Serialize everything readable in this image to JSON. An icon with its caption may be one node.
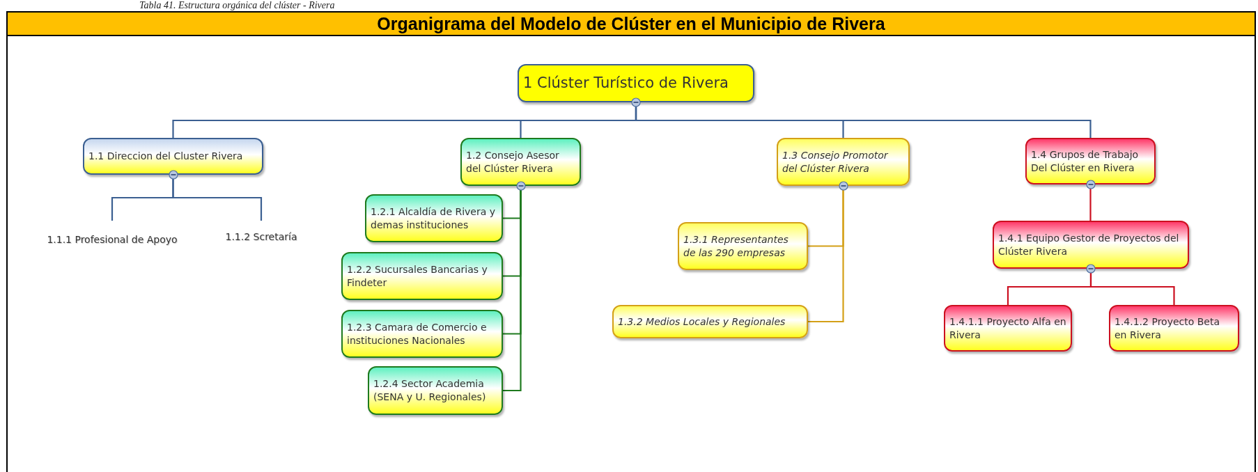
{
  "diagram": {
    "title": "Organigrama del Modelo de Clúster en el Municipio de Rivera",
    "caption": "Tabla 41. Estructura orgánica del clúster - Rivera",
    "nodes": [
      {
        "text": [
          "1 Clúster Turístico de Rivera"
        ]
      },
      {
        "text": [
          "1.1 Direccion del Cluster Rivera"
        ]
      },
      {
        "text": [
          "1.1.1 Profesional de Apoyo"
        ]
      },
      {
        "text": [
          "1.1.2 Scretaría"
        ]
      },
      {
        "text": [
          "1.2 Consejo Asesor del Clúster Rivera"
        ]
      },
      {
        "text": [
          "1.2.1 Alcaldía de Rivera y demas instituciones"
        ]
      },
      {
        "text": [
          "1.2.2 Sucursales Bancarias y Findeter"
        ]
      },
      {
        "text": [
          "1.2.3 Camara de Comercio e instituciones Nacionales"
        ]
      },
      {
        "text": [
          "1.2.4 Sector Academia (SENA y U. Regionales)"
        ]
      },
      {
        "text": [
          "1.3 Consejo Promotor del Clúster Rivera"
        ]
      },
      {
        "text": [
          "1.3.1 Representantes de las 290 empresas"
        ]
      },
      {
        "text": [
          "1.3.2 Medios Locales y Regionales"
        ]
      },
      {
        "text": [
          "1.4 Grupos de Trabajo Del Clúster en Rivera"
        ]
      },
      {
        "text": [
          "1.4.1 Equipo Gestor de Proyectos del Clúster Rivera"
        ]
      },
      {
        "text": [
          "1.4.1.1 Proyecto Alfa en Rivera"
        ]
      },
      {
        "text": [
          "1.4.1.2 Proyecto Beta en Rivera"
        ]
      }
    ],
    "edges": [
      {
        "from": 0,
        "to": 1,
        "arrow": "none"
      },
      {
        "from": 0,
        "to": 4,
        "arrow": "none"
      },
      {
        "from": 0,
        "to": 9,
        "arrow": "none"
      },
      {
        "from": 0,
        "to": 12,
        "arrow": "none"
      },
      {
        "from": 1,
        "to": 2,
        "arrow": "none"
      },
      {
        "from": 1,
        "to": 3,
        "arrow": "none"
      },
      {
        "from": 4,
        "to": 5,
        "arrow": "none",
        "color": "#1e7a1e"
      },
      {
        "from": 4,
        "to": 6,
        "arrow": "none",
        "color": "#1e7a1e"
      },
      {
        "from": 4,
        "to": 7,
        "arrow": "none",
        "color": "#1e7a1e"
      },
      {
        "from": 4,
        "to": 8,
        "arrow": "none",
        "color": "#1e7a1e"
      },
      {
        "from": 9,
        "to": 10,
        "arrow": "none",
        "color": "#d4a017"
      },
      {
        "from": 9,
        "to": 11,
        "arrow": "none",
        "color": "#d4a017"
      },
      {
        "from": 12,
        "to": 13,
        "arrow": "none",
        "color": "#cc1020"
      },
      {
        "from": 13,
        "to": 14,
        "arrow": "none",
        "color": "#cc1020"
      },
      {
        "from": 13,
        "to": 15,
        "arrow": "none",
        "color": "#cc1020"
      }
    ]
  }
}
